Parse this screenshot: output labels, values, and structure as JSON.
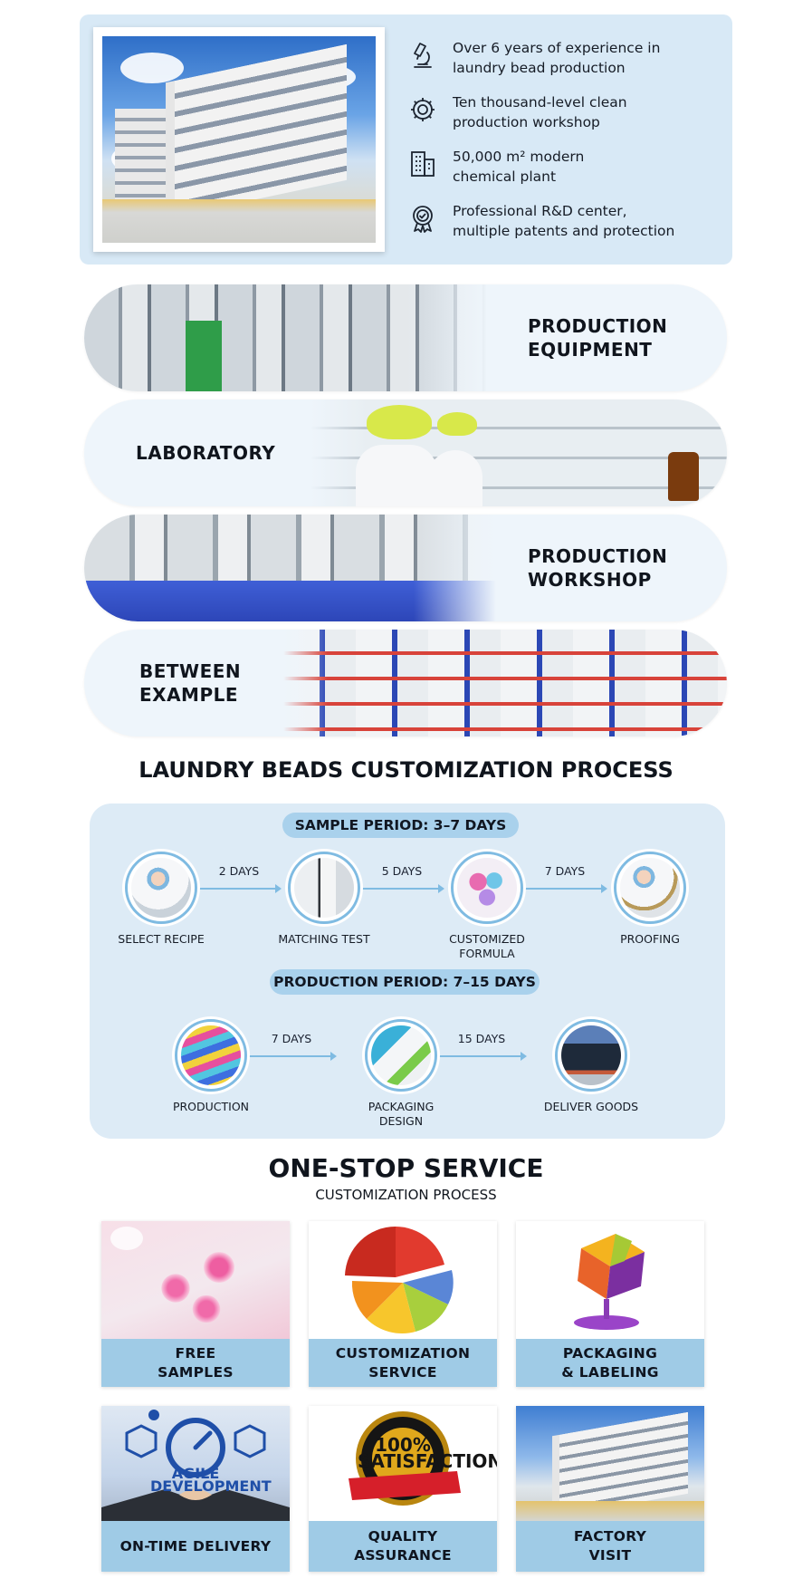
{
  "features": [
    {
      "icon": "microscope-icon",
      "text": "Over 6 years of experience in\nlaundry bead production"
    },
    {
      "icon": "gear-icon",
      "text": "Ten thousand-level clean\nproduction workshop"
    },
    {
      "icon": "building-icon",
      "text": "50,000 m² modern\nchemical plant"
    },
    {
      "icon": "award-badge-icon",
      "text": "Professional R&D center,\nmultiple patents and protection"
    }
  ],
  "facilities": [
    {
      "label": "PRODUCTION\nEQUIPMENT"
    },
    {
      "label": "LABORATORY"
    },
    {
      "label": "PRODUCTION\nWORKSHOP"
    },
    {
      "label": "BETWEEN\nEXAMPLE"
    }
  ],
  "process": {
    "title": "LAUNDRY BEADS CUSTOMIZATION PROCESS",
    "sample": {
      "period": "SAMPLE PERIOD:  3–7 DAYS",
      "steps": [
        "SELECT RECIPE",
        "MATCHING TEST",
        "CUSTOMIZED\nFORMULA",
        "PROOFING"
      ],
      "durations": [
        "2 DAYS",
        "5 DAYS",
        "7 DAYS"
      ]
    },
    "production": {
      "period": "PRODUCTION PERIOD:  7–15 DAYS",
      "steps": [
        "PRODUCTION",
        "PACKAGING\nDESIGN",
        "DELIVER GOODS"
      ],
      "durations": [
        "7 DAYS",
        "15 DAYS"
      ]
    }
  },
  "service": {
    "title": "ONE-STOP SERVICE",
    "subtitle": "CUSTOMIZATION PROCESS",
    "tiles": [
      {
        "label": "FREE\nSAMPLES"
      },
      {
        "label": "CUSTOMIZATION\nSERVICE"
      },
      {
        "label": "PACKAGING\n& LABELING"
      },
      {
        "label": "ON-TIME DELIVERY",
        "logo_text": "AGILE\nDEVELOPMENT"
      },
      {
        "label": "QUALITY\nASSURANCE",
        "seal_text": "100%\nSATISFACTION"
      },
      {
        "label": "FACTORY\nVISIT"
      }
    ]
  }
}
